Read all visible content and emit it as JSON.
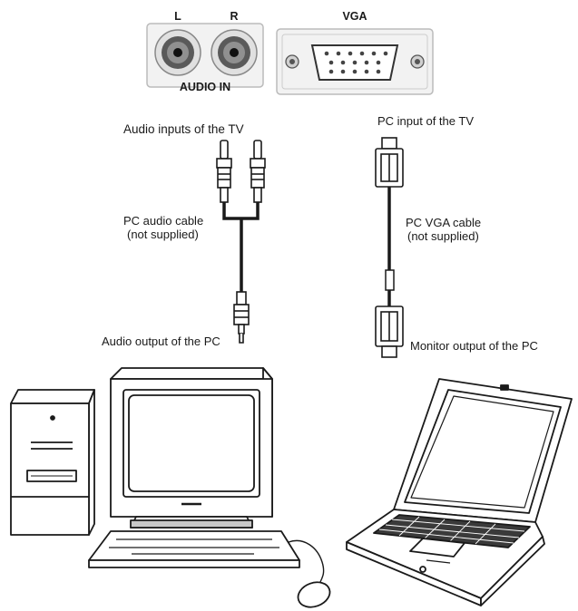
{
  "panel": {
    "audio_left": "L",
    "audio_right": "R",
    "audio_in": "AUDIO IN",
    "vga": "VGA"
  },
  "audio": {
    "inputs_label": "Audio inputs of the TV",
    "cable_label_1": "PC audio cable",
    "cable_label_2": "(not supplied)",
    "output_label": "Audio output of the PC"
  },
  "video": {
    "input_label": "PC input of the TV",
    "cable_label_1": "PC VGA cable",
    "cable_label_2": "(not supplied)",
    "output_label": "Monitor output of the PC"
  },
  "colors": {
    "line": "#1a1a1a",
    "panel_fill": "#e8e8e8",
    "jack_ring": "#9a9a9a"
  }
}
